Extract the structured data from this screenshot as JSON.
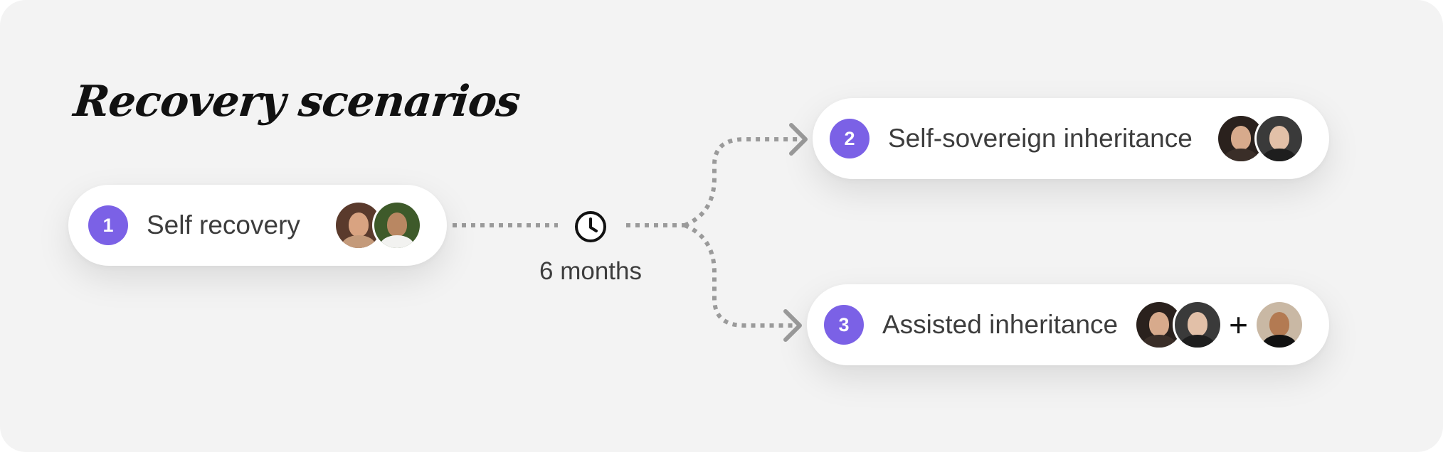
{
  "title": "Recovery scenarios",
  "accent_color": "#7b61e6",
  "timer": {
    "icon": "clock-icon",
    "duration": "6 months"
  },
  "scenarios": [
    {
      "number": "1",
      "label": "Self recovery",
      "avatars": [
        "woman-smiling-avatar",
        "bearded-man-avatar"
      ]
    },
    {
      "number": "2",
      "label": "Self-sovereign inheritance",
      "avatars": [
        "woman-avatar",
        "man-avatar"
      ]
    },
    {
      "number": "3",
      "label": "Assisted inheritance",
      "avatars": [
        "woman-avatar",
        "man-avatar"
      ],
      "separator": "+",
      "extra_avatar": "helper-man-avatar"
    }
  ]
}
